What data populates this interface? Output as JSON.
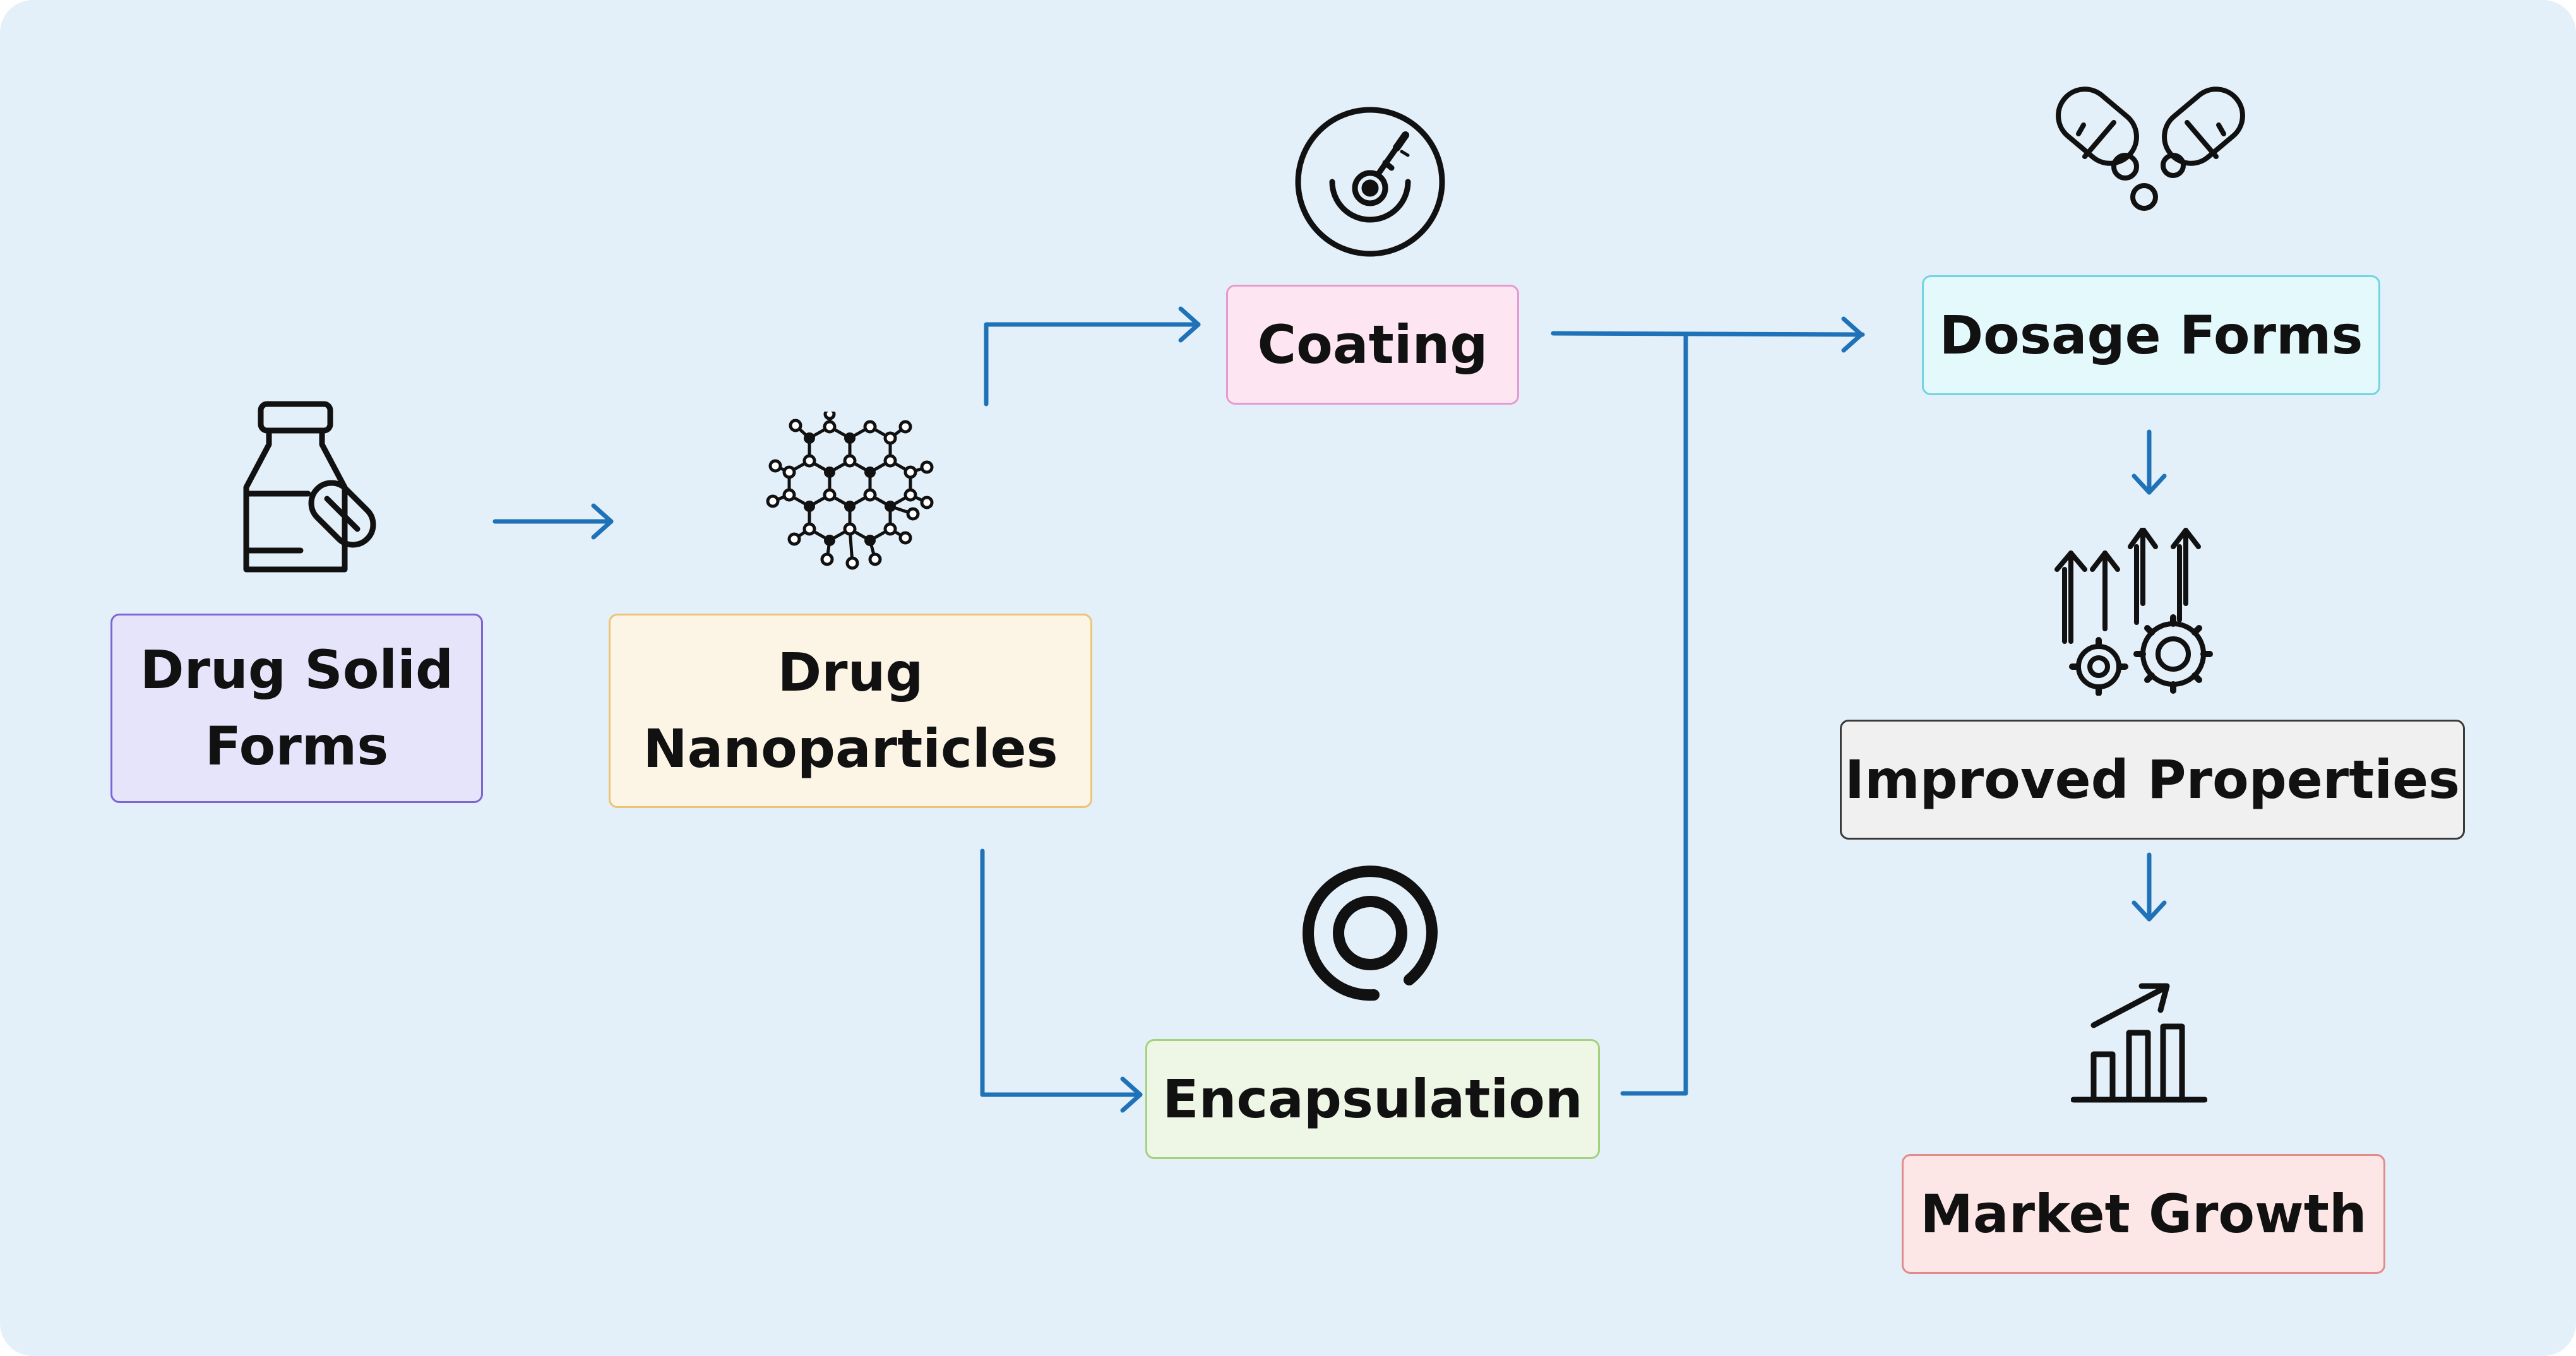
{
  "colors": {
    "background": "#e3f0f9",
    "arrow": "#1f72b8",
    "icon_stroke": "#111111"
  },
  "nodes": {
    "drug_solid_forms": {
      "line1": "Drug Solid",
      "line2": "Forms",
      "icon": "medicine-bottle-capsule-icon"
    },
    "drug_nanoparticles": {
      "line1": "Drug",
      "line2": "Nanoparticles",
      "icon": "molecule-network-icon"
    },
    "coating": {
      "label": "Coating",
      "icon": "coating-spray-disc-icon"
    },
    "encapsulation": {
      "label": "Encapsulation",
      "icon": "encapsulation-ring-icon"
    },
    "dosage_forms": {
      "label": "Dosage Forms",
      "icon": "open-capsules-icon"
    },
    "improved_properties": {
      "label": "Improved Properties",
      "icon": "gears-up-arrows-icon"
    },
    "market_growth": {
      "label": "Market Growth",
      "icon": "growth-bar-chart-icon"
    }
  },
  "connections": [
    {
      "from": "drug_solid_forms",
      "to": "drug_nanoparticles"
    },
    {
      "from": "drug_nanoparticles",
      "to": "coating"
    },
    {
      "from": "drug_nanoparticles",
      "to": "encapsulation"
    },
    {
      "from": "coating",
      "to": "dosage_forms"
    },
    {
      "from": "encapsulation",
      "to": "dosage_forms"
    },
    {
      "from": "dosage_forms",
      "to": "improved_properties"
    },
    {
      "from": "improved_properties",
      "to": "market_growth"
    }
  ]
}
